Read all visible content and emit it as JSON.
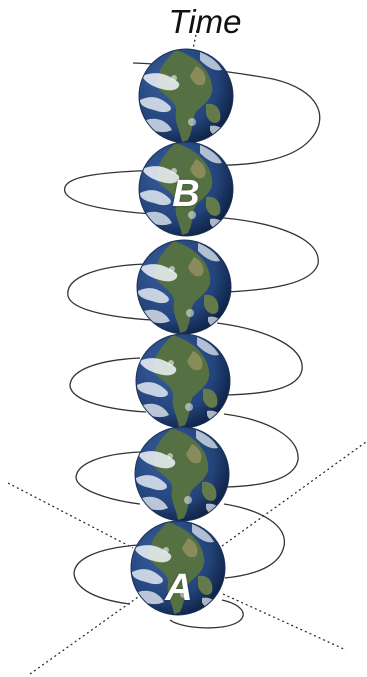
{
  "axis": {
    "time_label": "Time"
  },
  "points": {
    "start_label": "A",
    "end_label": "B"
  },
  "colors": {
    "earth_ocean": "#23437a",
    "earth_ocean_dark": "#0f2346",
    "earth_land": "#557042",
    "earth_cloud": "#eef3f7",
    "orbit_line": "#333333",
    "axis_line": "#222222"
  },
  "icons": {
    "planet": "earth-globe-icon"
  }
}
